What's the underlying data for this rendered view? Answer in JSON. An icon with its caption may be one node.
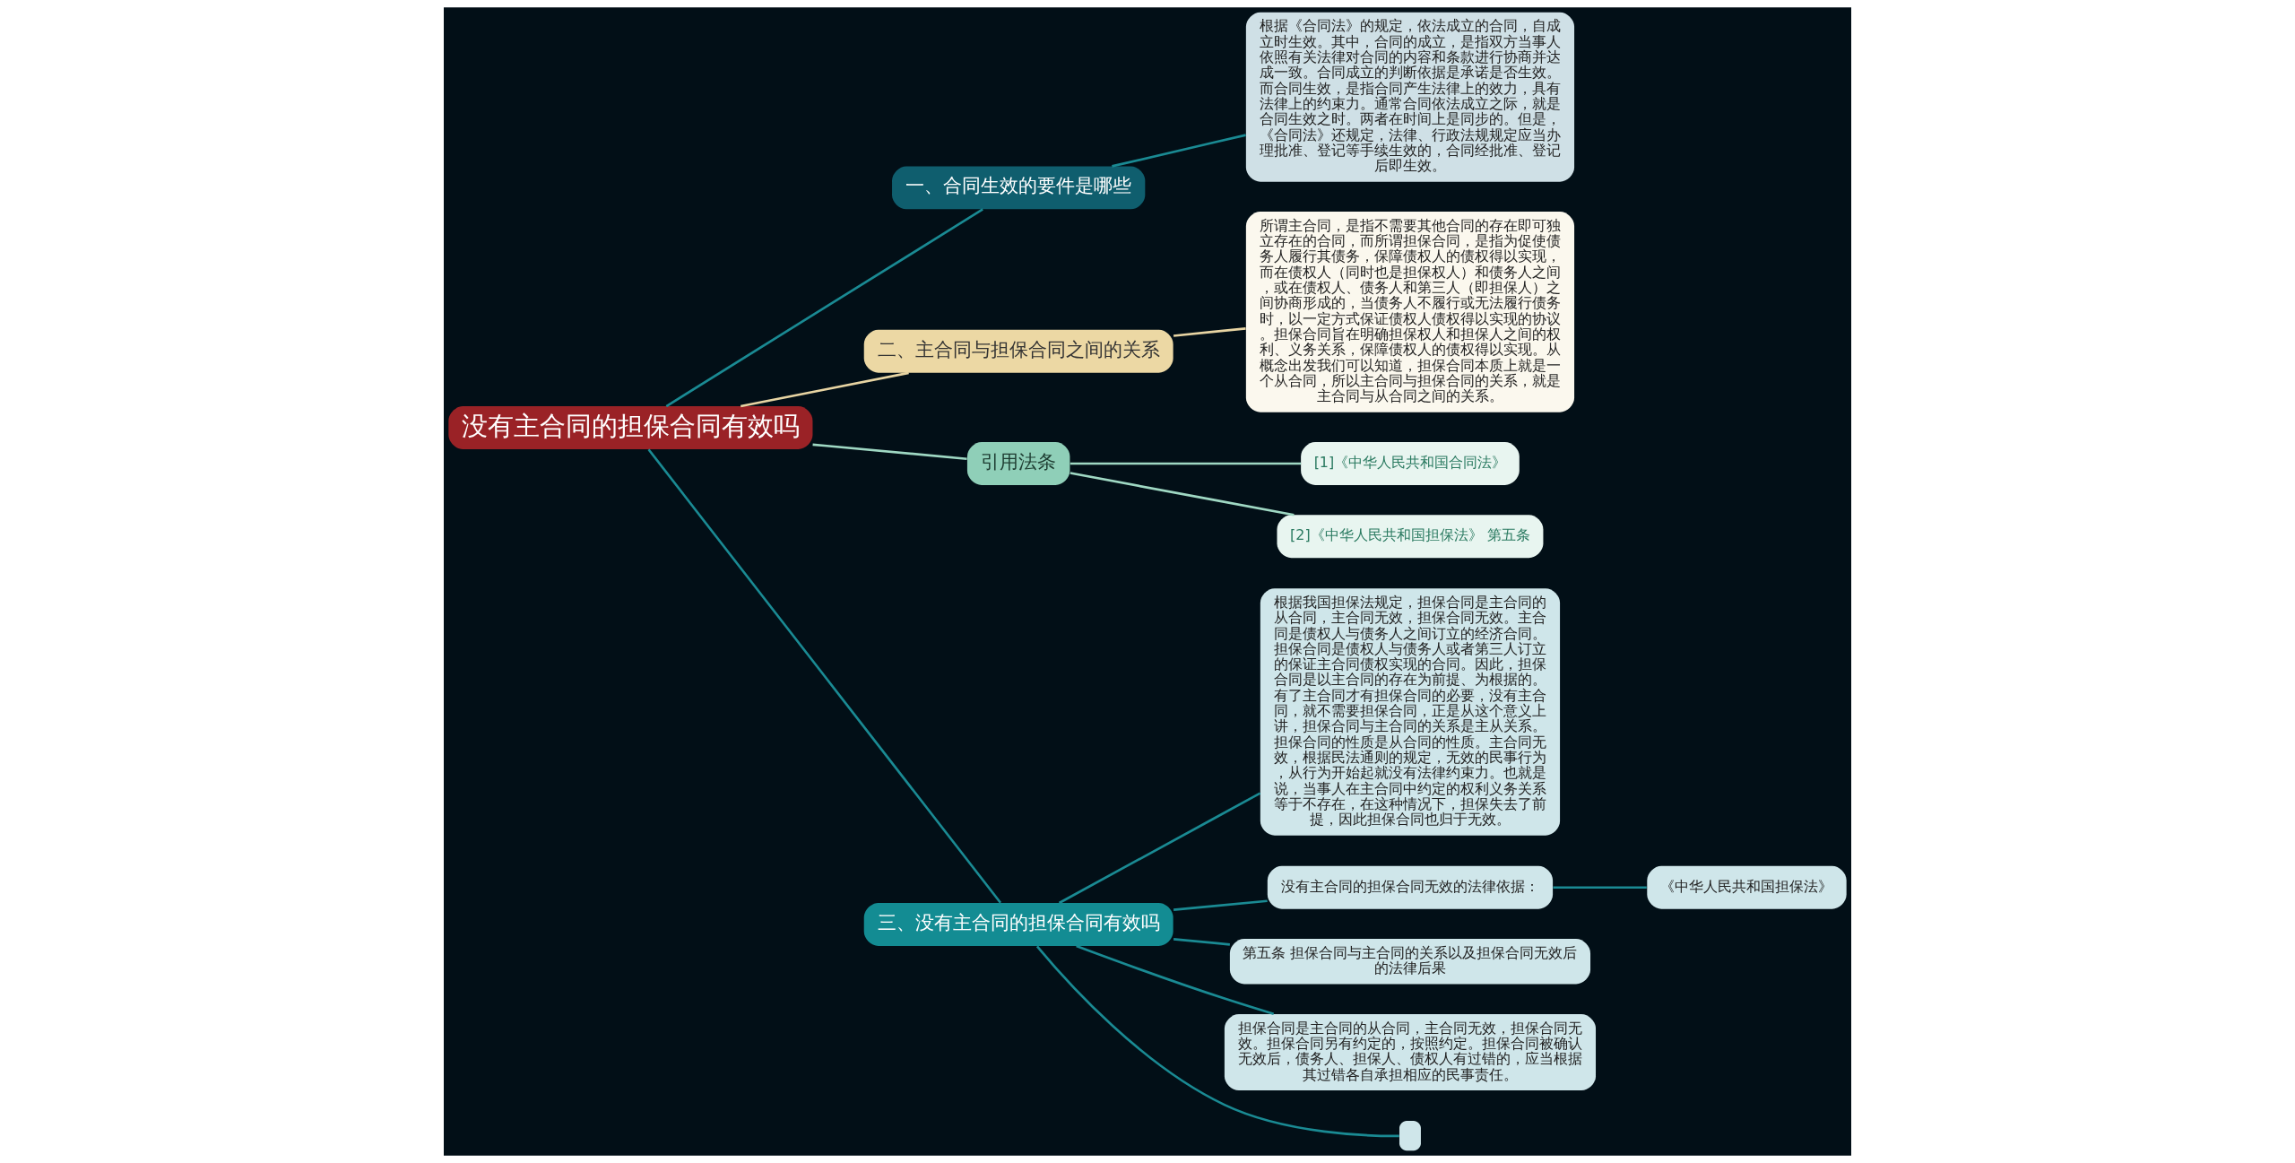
{
  "diagram": {
    "nodes": [
      {
        "text": [
          "没有主合同的担保合同有效吗"
        ]
      },
      {
        "text": [
          "一、合同生效的要件是哪些"
        ]
      },
      {
        "text": [
          "根据《合同法》的规定，依法成立的合同，自成立时生效。其中，合同的成立，是指双方当事人依照有关法律对合同的内容和条款进行协商并达成一致。合同成立的判断依据是承诺是否生效。而合同生效，是指合同产生法律上的效力，具有法律上的约束力。通常合同依法成立之际，就是合同生效之时。两者在时间上是同步的。但是，《合同法》还规定，法律、行政法规规定应当办理批准、登记等手续生效的，合同经批准、登记后即生效。"
        ]
      },
      {
        "text": [
          "二、主合同与担保合同之间的关系"
        ]
      },
      {
        "text": [
          "所谓主合同，是指不需要其他合同的存在即可独立存在的合同，而所谓担保合同，是指为促使债务人履行其债务，保障债权人的债权得以实现，而在债权人（同时也是担保权人）和债务人之间，或在债权人、债务人和第三人（即担保人）之间协商形成的，当债务人不履行或无法履行债务时，以一定方式保证债权人债权得以实现的协议。担保合同旨在明确担保权人和担保人之间的权利、义务关系，保障债权人的债权得以实现。从概念出发我们可以知道，担保合同本质上就是一个从合同，所以主合同与担保合同的关系，就是主合同与从合同之间的关系。"
        ]
      },
      {
        "text": [
          "引用法条"
        ]
      },
      {
        "text": [
          "[1]《中华人民共和国合同法》"
        ]
      },
      {
        "text": [
          "[2]《中华人民共和国担保法》 第五条"
        ]
      },
      {
        "text": [
          "三、没有主合同的担保合同有效吗"
        ]
      },
      {
        "text": [
          "根据我国担保法规定，担保合同是主合同的从合同，主合同无效，担保合同无效。主合同是债权人与债务人之间订立的经济合同。担保合同是债权人与债务人或者第三人订立的保证主合同债权实现的合同。因此，担保合同是以主合同的存在为前提、为根据的。有了主合同才有担保合同的必要，没有主合同，就不需要担保合同，正是从这个意义上讲，担保合同与主合同的关系是主从关系。担保合同的性质是从合同的性质。主合同无效，根据民法通则的规定，无效的民事行为，从行为开始起就没有法律约束力。也就是说，当事人在主合同中约定的权利义务关系等于不存在，在这种情况下，担保失去了前提，因此担保合同也归于无效。"
        ]
      },
      {
        "text": [
          "没有主合同的担保合同无效的法律依据："
        ]
      },
      {
        "text": [
          "《中华人民共和国担保法》"
        ]
      },
      {
        "text": [
          "第五条 担保合同与主合同的关系以及担保合同无效后的法律后果"
        ]
      },
      {
        "text": [
          "担保合同是主合同的从合同，主合同无效，担保合同无效。担保合同另有约定的，按照约定。担保合同被确认无效后，债务人、担保人、债权人有过错的，应当根据其过错各自承担相应的民事责任。"
        ]
      },
      {
        "text": [],
        "shape": "box"
      }
    ],
    "edges": [
      {
        "from": 0,
        "to": 1,
        "arrow": "none"
      },
      {
        "from": 1,
        "to": 2,
        "arrow": "none"
      },
      {
        "from": 0,
        "to": 3,
        "arrow": "none",
        "color": "#e8d5a3"
      },
      {
        "from": 3,
        "to": 4,
        "arrow": "none",
        "color": "#e8d5a3"
      },
      {
        "from": 0,
        "to": 5,
        "arrow": "none",
        "color": "#9fd8c3"
      },
      {
        "from": 5,
        "to": 6,
        "arrow": "none",
        "color": "#9fd8c3"
      },
      {
        "from": 5,
        "to": 7,
        "arrow": "none",
        "color": "#9fd8c3"
      },
      {
        "from": 0,
        "to": 8,
        "arrow": "none"
      },
      {
        "from": 8,
        "to": 9,
        "arrow": "none"
      },
      {
        "from": 8,
        "to": 10,
        "arrow": "none"
      },
      {
        "from": 10,
        "to": 11,
        "arrow": "none"
      },
      {
        "from": 8,
        "to": 12,
        "arrow": "none"
      },
      {
        "from": 8,
        "to": 13,
        "arrow": "none"
      },
      {
        "from": 8,
        "to": 14,
        "arrow": "none"
      }
    ]
  }
}
